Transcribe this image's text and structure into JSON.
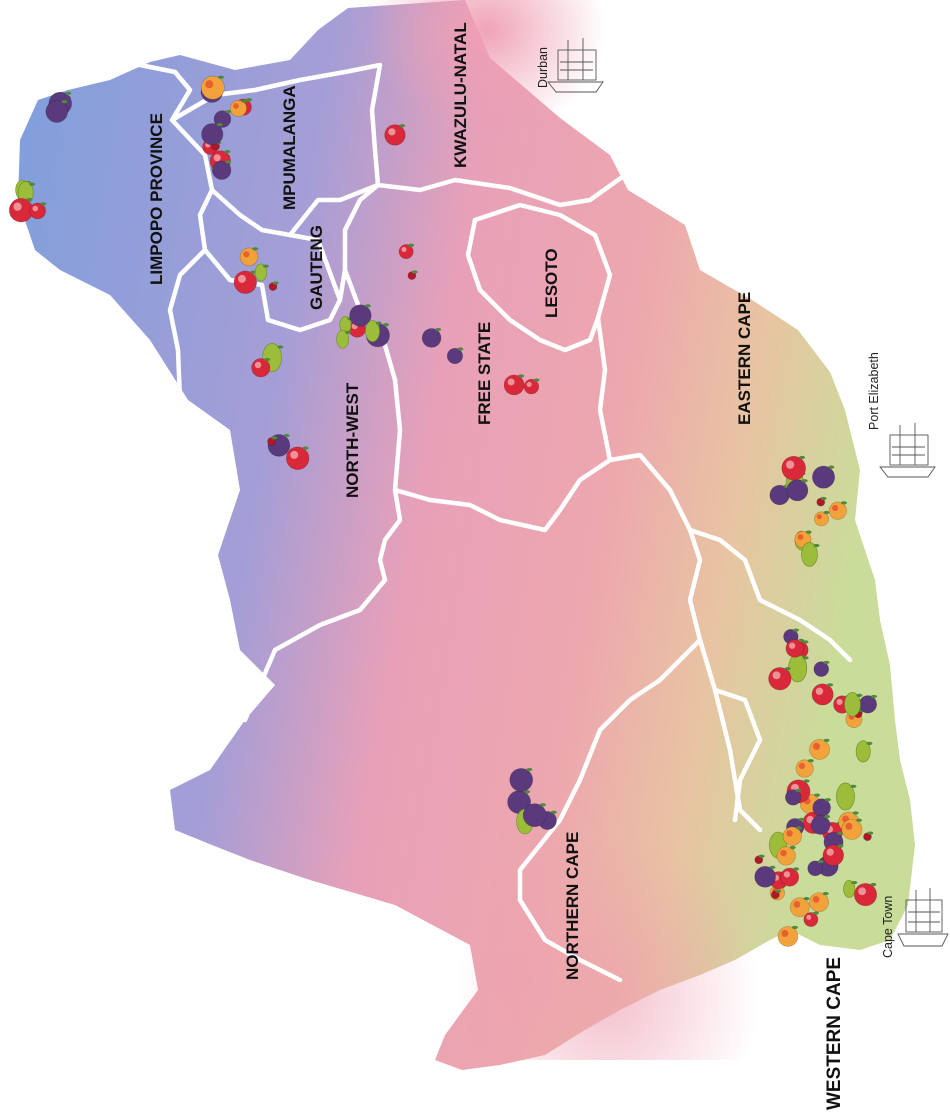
{
  "map": {
    "regions": [
      {
        "id": "limpopo",
        "label": "LIMPOPO PROVINCE"
      },
      {
        "id": "mpumalanga",
        "label": "MPUMALANGA"
      },
      {
        "id": "kwazulu",
        "label": "KWAZULU-NATAL"
      },
      {
        "id": "gauteng",
        "label": "GAUTENG"
      },
      {
        "id": "lesoto",
        "label": "LESOTO"
      },
      {
        "id": "northwest",
        "label": "NORTH-WEST"
      },
      {
        "id": "freestate",
        "label": "FREE STATE"
      },
      {
        "id": "easterncape",
        "label": "EASTERN CAPE"
      },
      {
        "id": "northerncape",
        "label": "NORTHERN CAPE"
      },
      {
        "id": "westerncape",
        "label": "WESTERN CAPE"
      }
    ],
    "ports": [
      {
        "id": "durban",
        "label": "Durban"
      },
      {
        "id": "portelizabeth",
        "label": "Port Elizabeth"
      },
      {
        "id": "capetown",
        "label": "Cape Town"
      }
    ],
    "colors": {
      "north": "#7f9fdc",
      "central": "#e99aae",
      "coast": "#c9dc9a",
      "border": "#ffffff",
      "apple": "#d8283a",
      "peach": "#f2a23a",
      "plum": "#5a3a7c",
      "pear": "#9bbd3a",
      "cherry": "#b0182a",
      "leaf": "#4d8a3a"
    },
    "fruit_types": [
      "apple",
      "peach",
      "plum",
      "pear",
      "cherry"
    ]
  }
}
